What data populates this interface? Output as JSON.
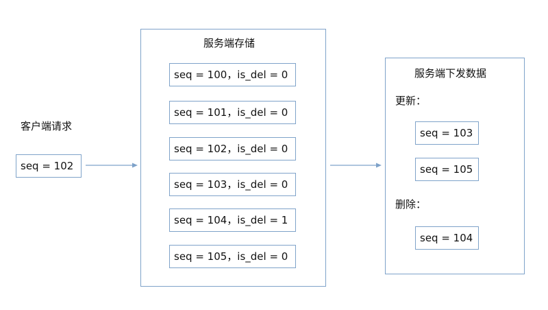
{
  "client": {
    "title": "客户端请求",
    "request": "seq = 102"
  },
  "storage": {
    "title": "服务端存储",
    "records": [
      "seq = 100，is_del = 0",
      "seq = 101，is_del = 0",
      "seq = 102，is_del = 0",
      "seq = 103，is_del = 0",
      "seq = 104，is_del = 1",
      "seq = 105，is_del = 0"
    ]
  },
  "delivery": {
    "title": "服务端下发数据",
    "update_label": "更新：",
    "updates": [
      "seq = 103",
      "seq = 105"
    ],
    "delete_label": "删除：",
    "deletes": [
      "seq = 104"
    ]
  },
  "colors": {
    "border": "#7ea2c9",
    "arrow": "#7ea2c9"
  }
}
